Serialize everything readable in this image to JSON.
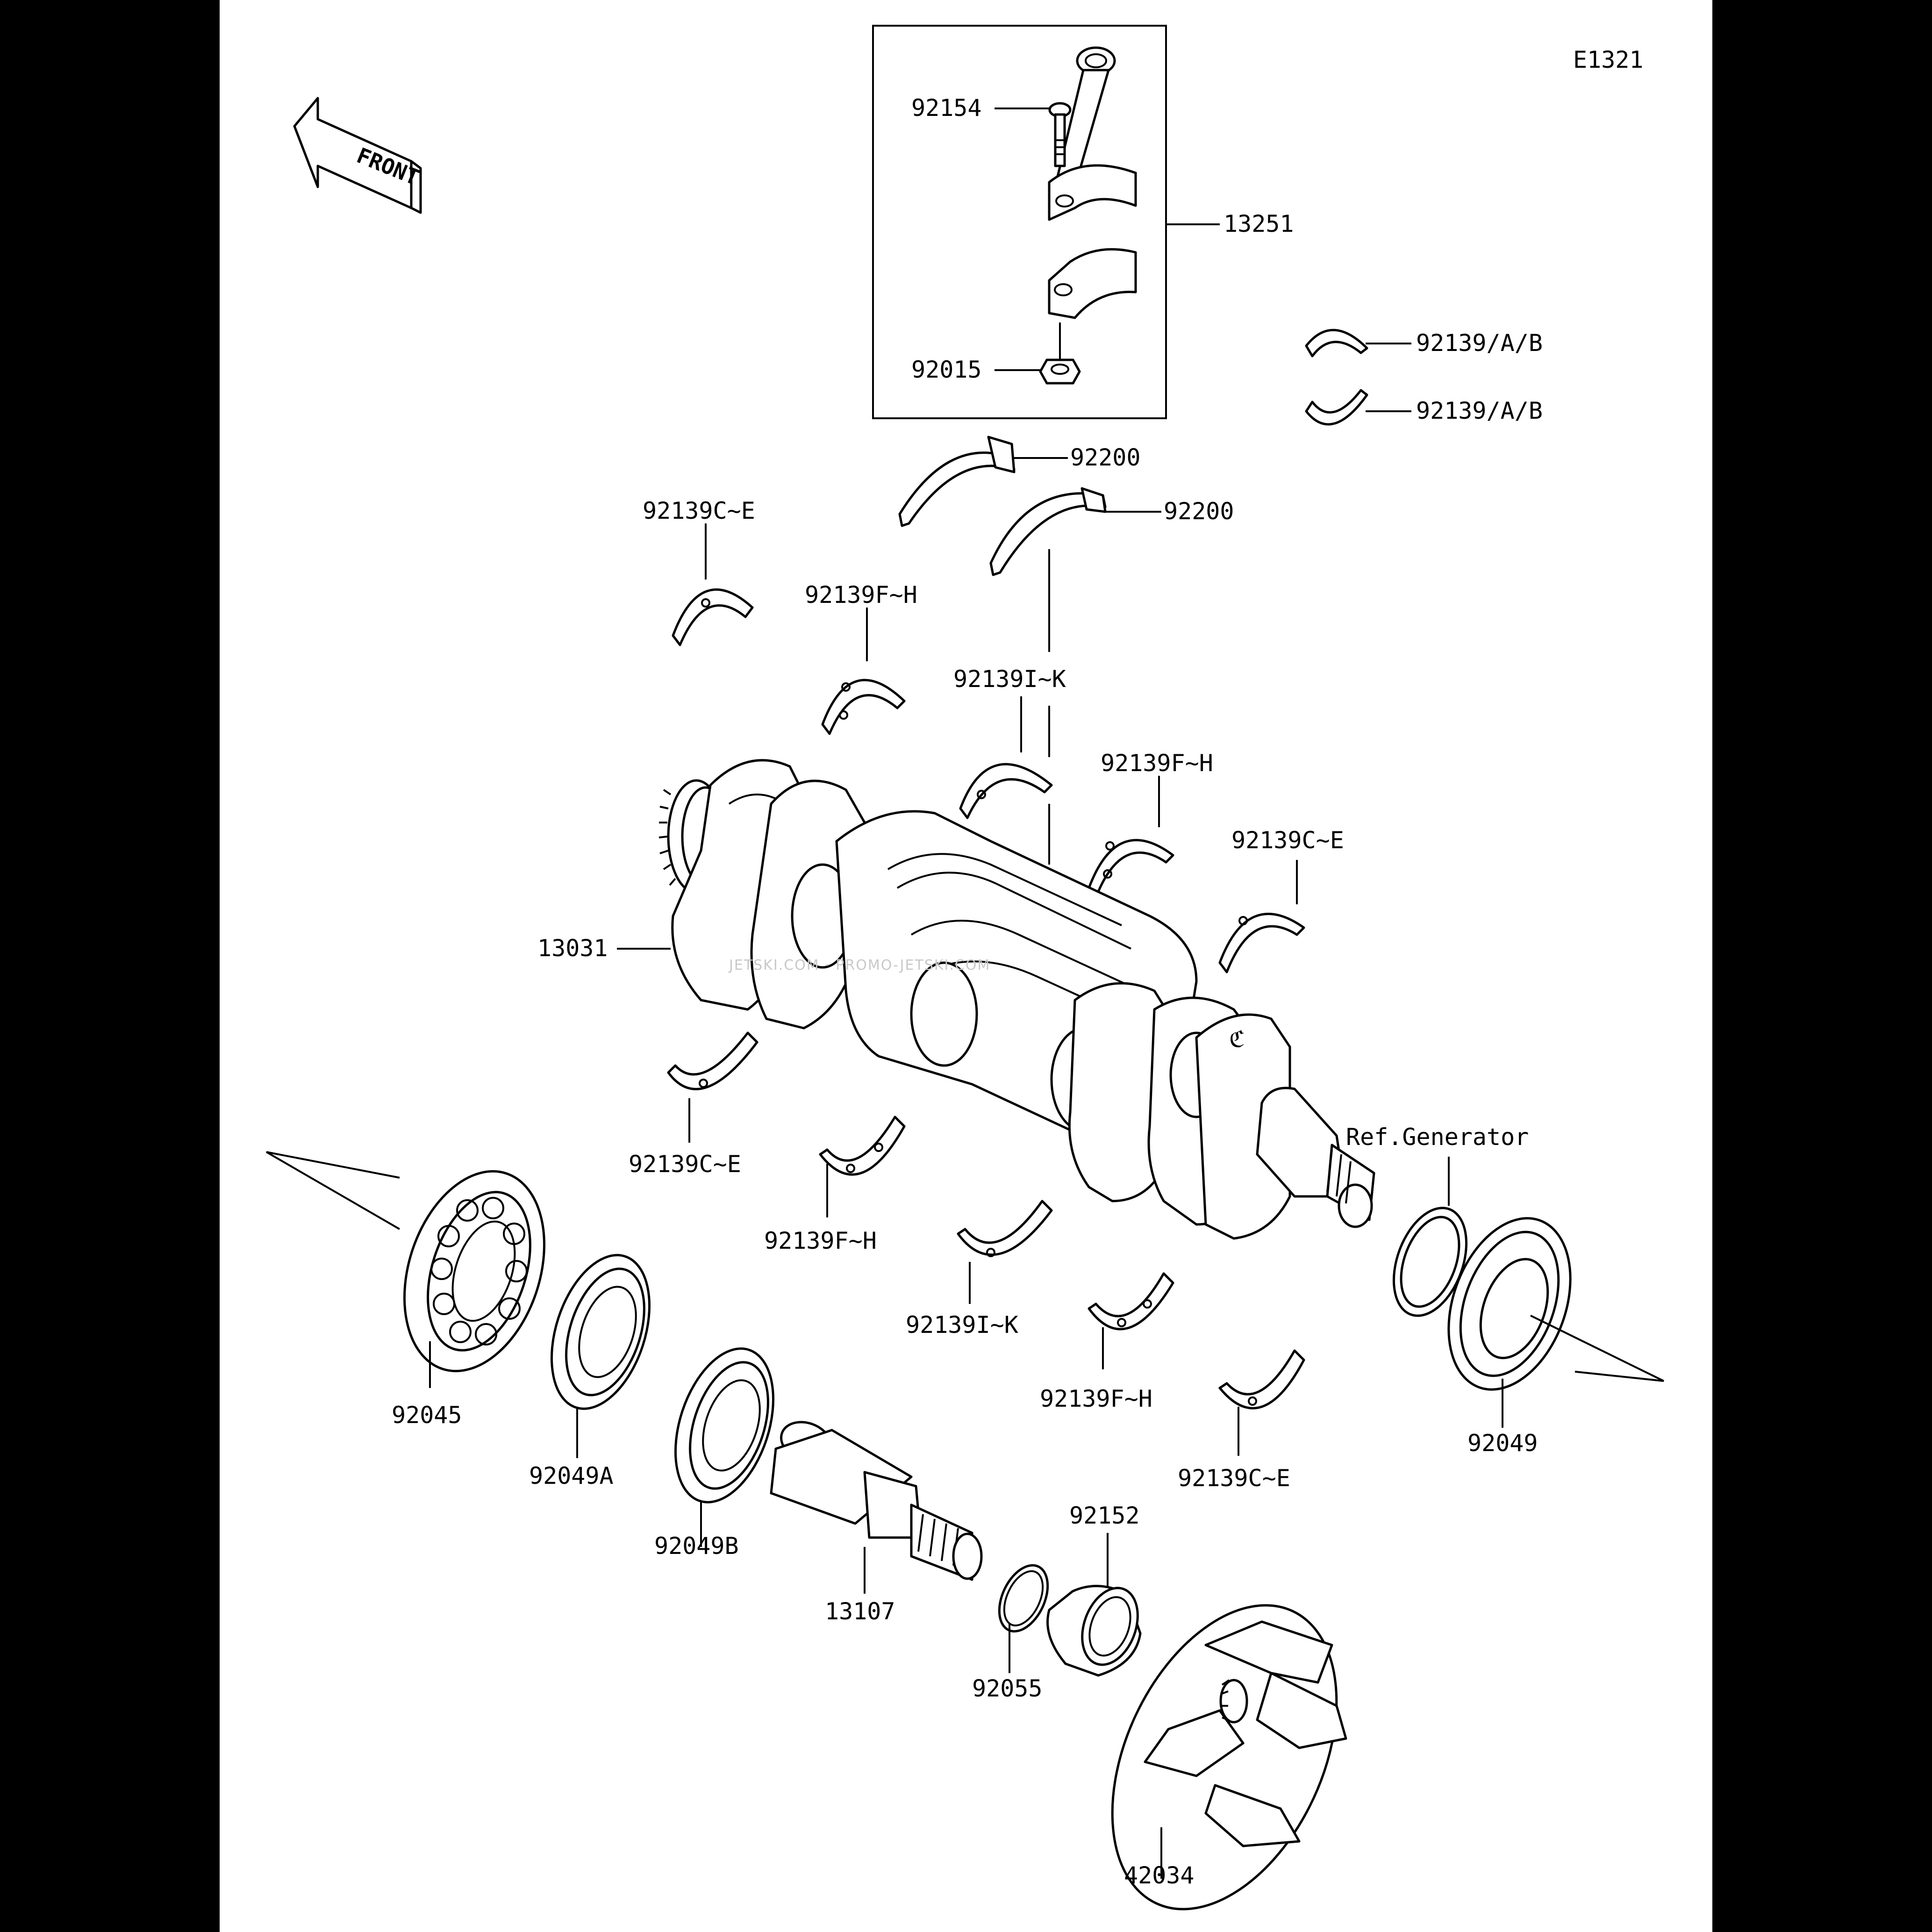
{
  "diagram_code": "E1321",
  "front_arrow_label": "FRONT",
  "watermark": "JETSKI.COM · PROMO-JETSKI.COM",
  "callouts": {
    "p92154": "92154",
    "p13251": "13251",
    "p92015": "92015",
    "p92139ab_1": "92139/A/B",
    "p92139ab_2": "92139/A/B",
    "p92200_1": "92200",
    "p92200_2": "92200",
    "p92139ce_1": "92139C~E",
    "p92139fh_1": "92139F~H",
    "p92139ik_1": "92139I~K",
    "p92139fh_2": "92139F~H",
    "p92139ce_2": "92139C~E",
    "p13031": "13031",
    "p92139ce_3": "92139C~E",
    "p92139fh_3": "92139F~H",
    "p92139ik_2": "92139I~K",
    "p92139fh_4": "92139F~H",
    "p92139ce_4": "92139C~E",
    "ref_generator": "Ref.Generator",
    "p92045": "92045",
    "p92049a": "92049A",
    "p92049b": "92049B",
    "p13107": "13107",
    "p92055": "92055",
    "p92152": "92152",
    "p92049": "92049",
    "p42034": "42034"
  }
}
